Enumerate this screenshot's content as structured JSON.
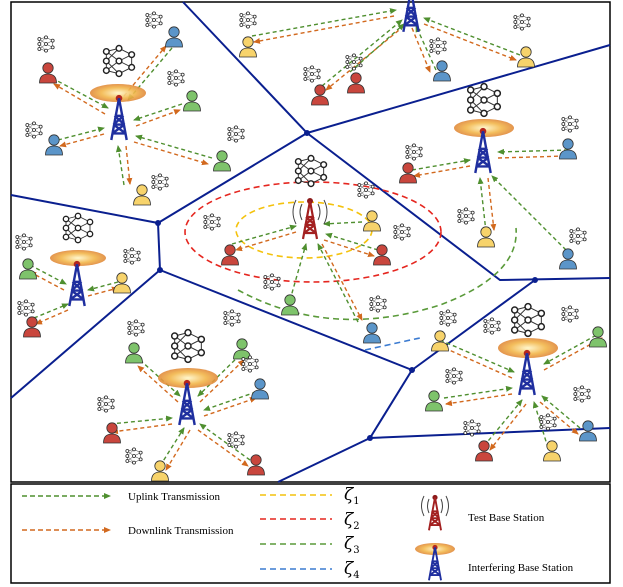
{
  "legend": {
    "uplink_label": "Uplink Transmission",
    "downlink_label": "Downlink Transmission",
    "zeta_symbol": "ζ",
    "zetas": [
      {
        "sub": "1",
        "color": "#f4c20d"
      },
      {
        "sub": "2",
        "color": "#e5261f"
      },
      {
        "sub": "3",
        "color": "#5a9a3a"
      },
      {
        "sub": "4",
        "color": "#3b7bd1"
      }
    ],
    "test_bs_label": "Test Base Station",
    "interfering_bs_label": "Interfering Base Station"
  },
  "colors": {
    "uplink": "#4f8f2f",
    "downlink": "#d2691e",
    "cell_border": "#0a1f8f",
    "test_tower": "#a32020",
    "interfering_tower": "#1f2f9f",
    "user_colors": [
      "#c9463d",
      "#7ec36b",
      "#f7d36b",
      "#5b95c9"
    ]
  },
  "icons": {
    "tower_test": "test-base-station-icon",
    "tower_interfering": "interfering-base-station-icon",
    "neural_network": "neural-network-icon",
    "user": "user-icon"
  }
}
